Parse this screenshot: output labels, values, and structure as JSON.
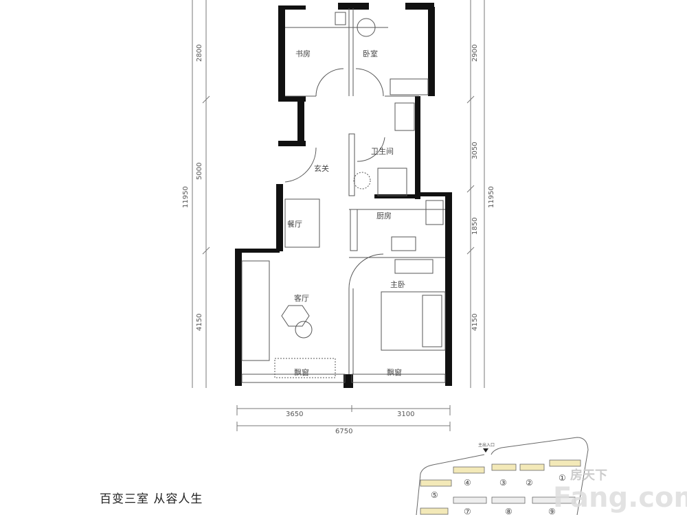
{
  "rooms": {
    "study": "书房",
    "bedroom": "卧室",
    "bathroom": "卫生间",
    "foyer": "玄关",
    "dining": "餐厅",
    "kitchen": "厨房",
    "master_bedroom": "主卧",
    "living": "客厅",
    "bay_window_living": "飘窗",
    "bay_window_master": "飘窗"
  },
  "dimensions": {
    "left": [
      "2800",
      "5000",
      "4150"
    ],
    "left_total": "11950",
    "right": [
      "2900",
      "3050",
      "1850",
      "4150"
    ],
    "right_total": "11950",
    "bottom": [
      "3650",
      "3100"
    ],
    "bottom_total": "6750"
  },
  "slogan": "百变三室  从容人生",
  "site_plan": {
    "entrance": "主出入口",
    "buildings": [
      "①",
      "②",
      "③",
      "④",
      "⑤",
      "⑦",
      "⑧",
      "⑨"
    ]
  },
  "watermark": {
    "cn": "房天下",
    "en": "Fang.com"
  },
  "colors": {
    "wall": "#111111",
    "line": "#555555",
    "highlight": "#f3e9b8"
  }
}
